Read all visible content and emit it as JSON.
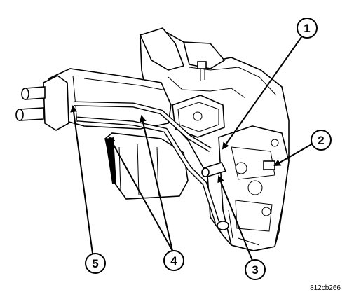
{
  "diagram": {
    "reference_code": "812cb266",
    "callouts": [
      {
        "id": "1",
        "label": "1"
      },
      {
        "id": "2",
        "label": "2"
      },
      {
        "id": "3",
        "label": "3"
      },
      {
        "id": "4",
        "label": "4"
      },
      {
        "id": "5",
        "label": "5"
      }
    ],
    "colors": {
      "line": "#000000",
      "background": "#ffffff"
    }
  }
}
